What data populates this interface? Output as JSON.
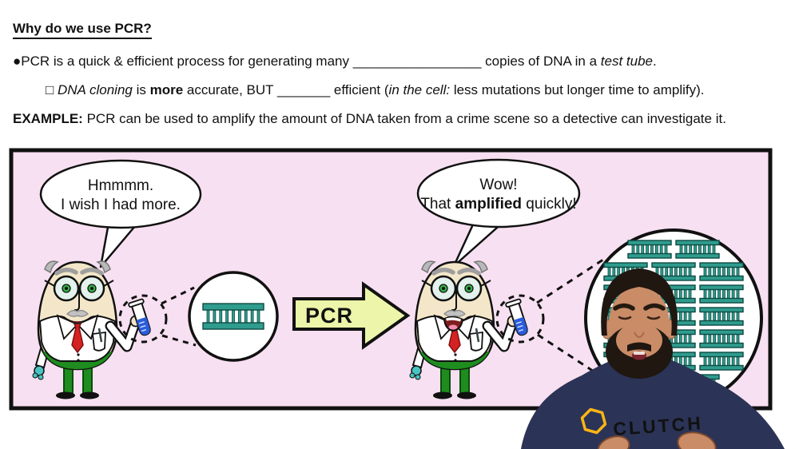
{
  "lesson": {
    "title": "Why do we use PCR?",
    "bullet": {
      "marker": "●",
      "text1": "PCR is a quick & efficient process for generating many ",
      "blank1": "_________________",
      "text2": " copies of DNA in a ",
      "italic": "test tube",
      "text3": "."
    },
    "subbullet": {
      "marker": "□ ",
      "italic1": "DNA cloning",
      "text1": " is ",
      "bold1": "more",
      "text2": " accurate, BUT ",
      "blank": "_______",
      "text3": " efficient (",
      "italic2": "in the cell:",
      "text4": " less mutations but longer time to amplify)."
    },
    "example": {
      "label": "EXAMPLE:",
      "text": " PCR can be used to amplify the amount of DNA taken from a crime scene so a detective can investigate it."
    }
  },
  "illustration": {
    "speech_left": {
      "line1": "Hmmmm.",
      "line2": "I wish I had more."
    },
    "speech_right": {
      "line1": "Wow!",
      "line2a": "That ",
      "line2b": "amplified",
      "line2c": " quickly!"
    },
    "arrow_label": "PCR",
    "dna_copies_rows": [
      2,
      3,
      3,
      3,
      3,
      3,
      2
    ],
    "colors": {
      "panel": "#f7e0f1",
      "dna": "#2f9c8e",
      "dna_stroke": "#0c4a41",
      "arrow_fill": "#ecf5a9",
      "shirt": "#2b3356",
      "brand": "#fdb515"
    }
  },
  "presenter": {
    "shirt_brand": "CLUTCH"
  }
}
